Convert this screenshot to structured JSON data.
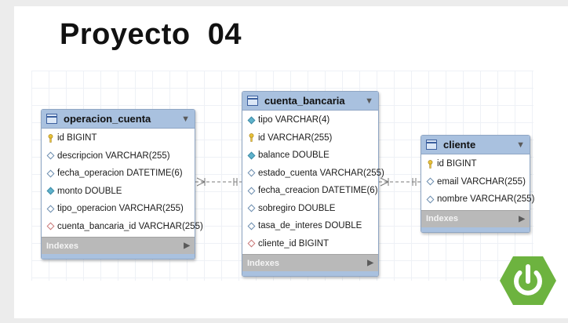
{
  "slide": {
    "title": "Proyecto  04"
  },
  "tables": {
    "operacion_cuenta": {
      "name": "operacion_cuenta",
      "columns": [
        {
          "text": "id BIGINT",
          "icon": "primary-key-icon"
        },
        {
          "text": "descripcion VARCHAR(255)",
          "icon": "column-icon"
        },
        {
          "text": "fecha_operacion DATETIME(6)",
          "icon": "column-icon"
        },
        {
          "text": "monto DOUBLE",
          "icon": "not-null-column-icon"
        },
        {
          "text": "tipo_operacion VARCHAR(255)",
          "icon": "column-icon"
        },
        {
          "text": "cuenta_bancaria_id VARCHAR(255)",
          "icon": "foreign-key-icon"
        }
      ],
      "indexes_label": "Indexes"
    },
    "cuenta_bancaria": {
      "name": "cuenta_bancaria",
      "columns": [
        {
          "text": "tipo VARCHAR(4)",
          "icon": "not-null-column-icon"
        },
        {
          "text": "id VARCHAR(255)",
          "icon": "primary-key-icon"
        },
        {
          "text": "balance DOUBLE",
          "icon": "not-null-column-icon"
        },
        {
          "text": "estado_cuenta VARCHAR(255)",
          "icon": "column-icon"
        },
        {
          "text": "fecha_creacion DATETIME(6)",
          "icon": "column-icon"
        },
        {
          "text": "sobregiro DOUBLE",
          "icon": "column-icon"
        },
        {
          "text": "tasa_de_interes DOUBLE",
          "icon": "column-icon"
        },
        {
          "text": "cliente_id BIGINT",
          "icon": "foreign-key-icon"
        }
      ],
      "indexes_label": "Indexes"
    },
    "cliente": {
      "name": "cliente",
      "columns": [
        {
          "text": "id BIGINT",
          "icon": "primary-key-icon"
        },
        {
          "text": "email VARCHAR(255)",
          "icon": "column-icon"
        },
        {
          "text": "nombre VARCHAR(255)",
          "icon": "column-icon"
        }
      ],
      "indexes_label": "Indexes"
    }
  },
  "colors": {
    "header": "#a9c1df",
    "footer": "#b9b9b9",
    "key": "#e8c23a",
    "logo": "#6db33f"
  },
  "logo_icon": "spring-power-icon"
}
